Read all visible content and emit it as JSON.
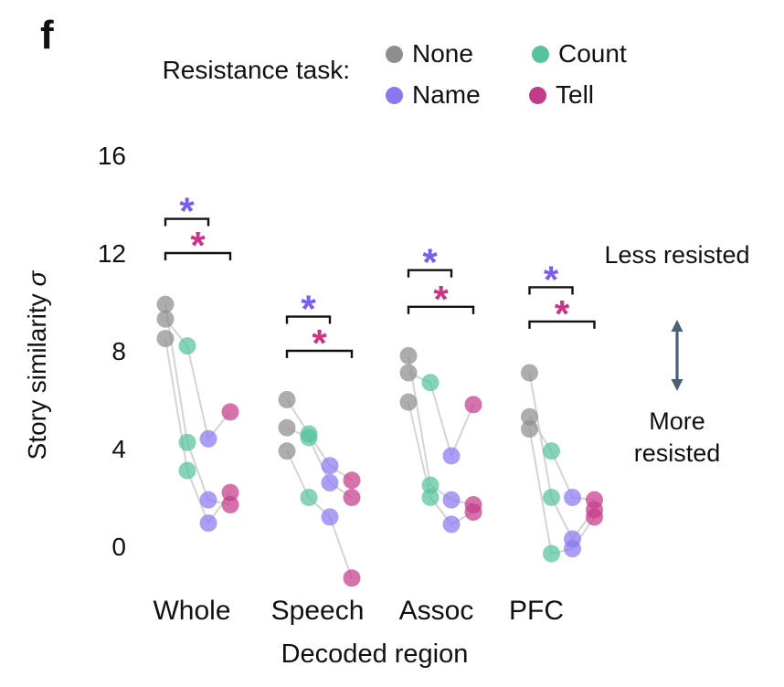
{
  "panel_label": "f",
  "legend": {
    "title": "Resistance task:",
    "items": [
      {
        "label": "None",
        "color": "#8e8e8e"
      },
      {
        "label": "Count",
        "color": "#56c39c"
      },
      {
        "label": "Name",
        "color": "#8979f1"
      },
      {
        "label": "Tell",
        "color": "#c53b8a"
      }
    ]
  },
  "side_annotation": {
    "top": "Less resisted",
    "bottom": "More resisted",
    "arrow_color": "#4d5f76"
  },
  "chart_data": {
    "type": "scatter",
    "title": "",
    "xlabel": "Decoded region",
    "ylabel": "Story similarity σ",
    "ylabel_text": "Story similarity",
    "ylabel_symbol": "σ",
    "yticks": [
      0,
      4,
      8,
      12,
      16
    ],
    "ylim": [
      -2.6,
      17.5
    ],
    "grid": false,
    "legend_position": "top",
    "categories": [
      "Whole",
      "Speech",
      "Assoc",
      "PFC"
    ],
    "tasks": [
      "None",
      "Count",
      "Name",
      "Tell"
    ],
    "task_colors": {
      "None": "#8e8e8e",
      "Count": "#56c39c",
      "Name": "#8979f1",
      "Tell": "#c53b8a"
    },
    "point_alpha": 0.72,
    "line_color": "#c9c9c9",
    "regions": [
      {
        "name": "Whole",
        "subjects": [
          {
            "None": 9.3,
            "Count": 8.2,
            "Name": 4.4,
            "Tell": 5.5
          },
          {
            "None": 9.9,
            "Count": 4.25,
            "Name": 1.9,
            "Tell": 1.7
          },
          {
            "None": 8.5,
            "Count": 3.1,
            "Name": 0.95,
            "Tell": 2.2
          }
        ],
        "significance": [
          {
            "from": "None",
            "to": "Name",
            "label": "*",
            "color": "#7b5cf0",
            "y": 13.4
          },
          {
            "from": "None",
            "to": "Tell",
            "label": "*",
            "color": "#cb3387",
            "y": 12.0
          }
        ]
      },
      {
        "name": "Speech",
        "subjects": [
          {
            "None": 6.0,
            "Count": 4.6,
            "Name": 3.3,
            "Tell": 2.7
          },
          {
            "None": 4.85,
            "Count": 4.45,
            "Name": 2.6,
            "Tell": 2.0
          },
          {
            "None": 3.9,
            "Count": 2.0,
            "Name": 1.2,
            "Tell": -1.3
          }
        ],
        "significance": [
          {
            "from": "None",
            "to": "Name",
            "label": "*",
            "color": "#7b5cf0",
            "y": 9.4
          },
          {
            "from": "None",
            "to": "Tell",
            "label": "*",
            "color": "#cb3387",
            "y": 8.0
          }
        ]
      },
      {
        "name": "Assoc",
        "subjects": [
          {
            "None": 7.1,
            "Count": 6.7,
            "Name": 3.7,
            "Tell": 5.8
          },
          {
            "None": 7.8,
            "Count": 2.5,
            "Name": 1.9,
            "Tell": 1.7
          },
          {
            "None": 5.9,
            "Count": 2.0,
            "Name": 0.9,
            "Tell": 1.4
          }
        ],
        "significance": [
          {
            "from": "None",
            "to": "Name",
            "label": "*",
            "color": "#7b5cf0",
            "y": 11.3
          },
          {
            "from": "None",
            "to": "Tell",
            "label": "*",
            "color": "#cb3387",
            "y": 9.8
          }
        ]
      },
      {
        "name": "PFC",
        "subjects": [
          {
            "None": 5.3,
            "Count": 3.9,
            "Name": 2.0,
            "Tell": 1.9
          },
          {
            "None": 7.1,
            "Count": 2.0,
            "Name": 0.3,
            "Tell": 1.5
          },
          {
            "None": 4.8,
            "Count": -0.3,
            "Name": -0.1,
            "Tell": 1.2
          }
        ],
        "significance": [
          {
            "from": "None",
            "to": "Name",
            "label": "*",
            "color": "#7b5cf0",
            "y": 10.6
          },
          {
            "from": "None",
            "to": "Tell",
            "label": "*",
            "color": "#cb3387",
            "y": 9.2
          }
        ]
      }
    ]
  }
}
